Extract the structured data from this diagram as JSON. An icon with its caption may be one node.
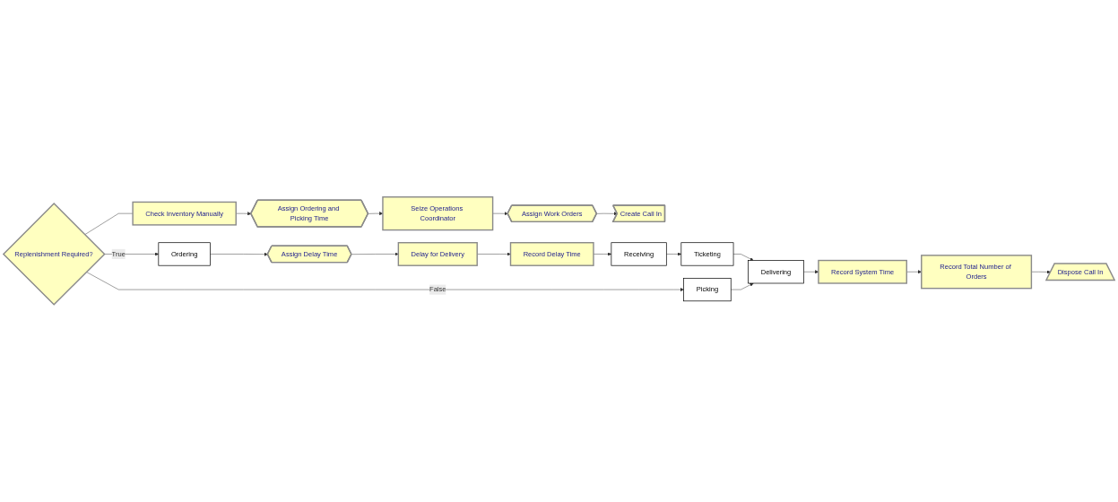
{
  "diagram": {
    "nodes": [
      {
        "text": [
          "Check Inventory Manually"
        ]
      },
      {
        "text": [
          "Assign Ordering and Picking Time"
        ]
      },
      {
        "text": [
          "Seize Operations Coordinator"
        ]
      },
      {
        "text": [
          "Assign Work Orders"
        ]
      },
      {
        "text": [
          "Create Call In"
        ]
      },
      {
        "text": [
          "Replenishment Required?"
        ]
      },
      {
        "text": [
          "Ordering"
        ]
      },
      {
        "text": [
          "Assign Delay Time"
        ]
      },
      {
        "text": [
          "Delay for Delivery"
        ]
      },
      {
        "text": [
          "Record Delay Time"
        ]
      },
      {
        "text": [
          "Receiving"
        ]
      },
      {
        "text": [
          "Ticketing"
        ]
      },
      {
        "text": [
          "Picking"
        ]
      },
      {
        "text": [
          "Delivering"
        ]
      },
      {
        "text": [
          "Record System Time"
        ]
      },
      {
        "text": [
          "Record Total Number of Orders"
        ]
      },
      {
        "text": [
          "Dispose Call In"
        ]
      }
    ],
    "edges": [
      {
        "from": 0,
        "to": 1,
        "arrow": "to"
      },
      {
        "from": 1,
        "to": 2,
        "arrow": "to"
      },
      {
        "from": 2,
        "to": 3,
        "arrow": "to"
      },
      {
        "from": 3,
        "to": 4,
        "arrow": "to"
      },
      {
        "from": 5,
        "to": 0,
        "arrow": "none"
      },
      {
        "from": 5,
        "to": 6,
        "arrow": "to",
        "label": "True"
      },
      {
        "from": 6,
        "to": 7,
        "arrow": "to"
      },
      {
        "from": 7,
        "to": 8,
        "arrow": "to"
      },
      {
        "from": 8,
        "to": 9,
        "arrow": "to"
      },
      {
        "from": 9,
        "to": 10,
        "arrow": "to"
      },
      {
        "from": 10,
        "to": 11,
        "arrow": "to"
      },
      {
        "from": 11,
        "to": 13,
        "arrow": "to"
      },
      {
        "from": 5,
        "to": 12,
        "arrow": "to",
        "label": "False"
      },
      {
        "from": 12,
        "to": 13,
        "arrow": "to"
      },
      {
        "from": 13,
        "to": 14,
        "arrow": "to"
      },
      {
        "from": 14,
        "to": 15,
        "arrow": "to"
      },
      {
        "from": 15,
        "to": 16,
        "arrow": "to"
      }
    ]
  }
}
